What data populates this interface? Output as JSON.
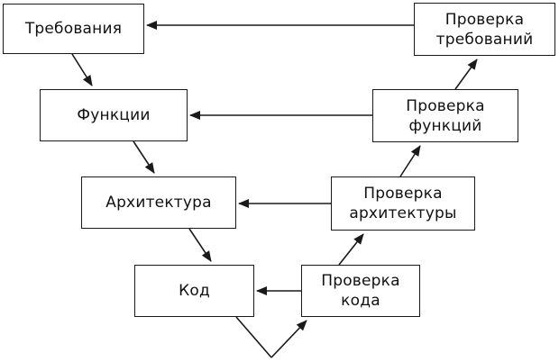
{
  "diagram": {
    "left_column": [
      {
        "id": "req",
        "label": "Требования"
      },
      {
        "id": "func",
        "label": "Функции"
      },
      {
        "id": "arch",
        "label": "Архитектура"
      },
      {
        "id": "code",
        "label": "Код"
      }
    ],
    "right_column": [
      {
        "id": "vreq",
        "label": "Проверка\nтребований"
      },
      {
        "id": "vfunc",
        "label": "Проверка\nфункций"
      },
      {
        "id": "varch",
        "label": "Проверка\nархитектуры"
      },
      {
        "id": "vcode",
        "label": "Проверка\nкода"
      }
    ],
    "colors": {
      "line": "#1a1a1a",
      "background": "#ffffff"
    }
  }
}
